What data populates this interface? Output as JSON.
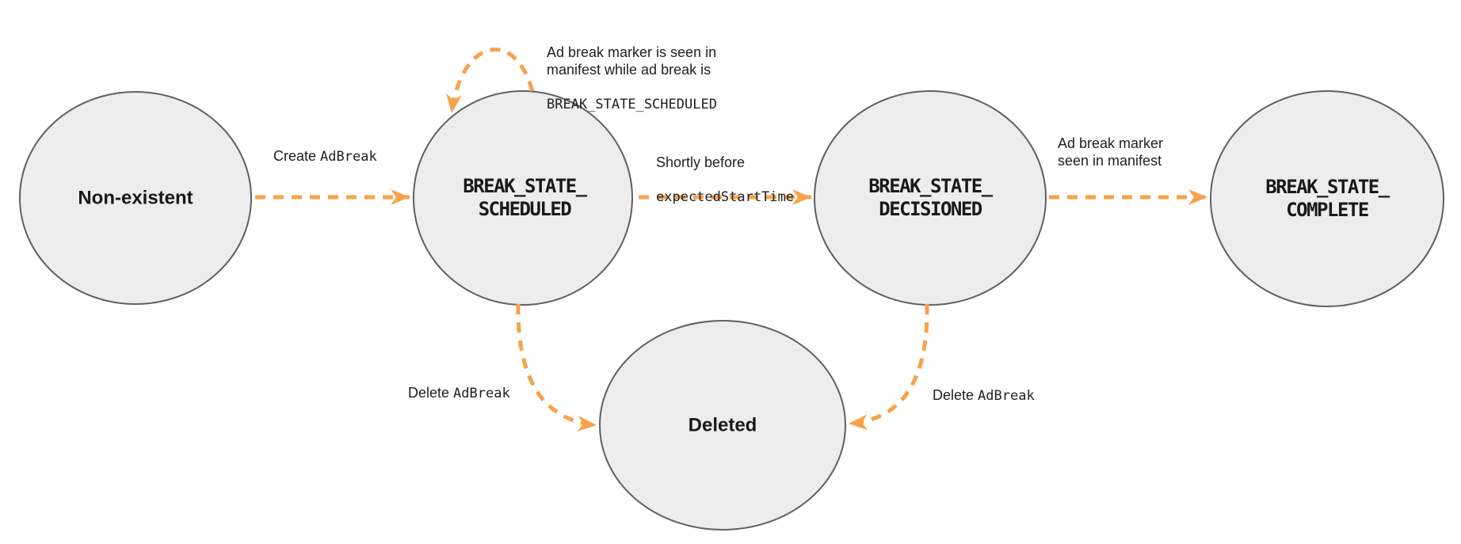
{
  "diagram": {
    "background": "#FFFFFF",
    "colors": {
      "arrow": "#F7A24B",
      "node_fill": "#EDEDED",
      "node_border": "#5E6064",
      "text": "#202124"
    },
    "states": [
      {
        "name": "Non-existent",
        "label": "Non-existent"
      },
      {
        "name": "BREAK_STATE_SCHEDULED",
        "label": "BREAK_STATE_\nSCHEDULED"
      },
      {
        "name": "BREAK_STATE_DECISIONED",
        "label": "BREAK_STATE_\nDECISIONED"
      },
      {
        "name": "BREAK_STATE_COMPLETE",
        "label": "BREAK_STATE_\nCOMPLETE"
      },
      {
        "name": "Deleted",
        "label": "Deleted"
      }
    ],
    "transitions": [
      {
        "from": "Non-existent",
        "to": "BREAK_STATE_SCHEDULED",
        "label_sans": "Create ",
        "label_mono": "AdBreak"
      },
      {
        "from": "BREAK_STATE_SCHEDULED",
        "to": "BREAK_STATE_SCHEDULED",
        "label_sans": "Ad break marker is seen in\nmanifest while ad break is",
        "label_mono": "BREAK_STATE_SCHEDULED"
      },
      {
        "from": "BREAK_STATE_SCHEDULED",
        "to": "BREAK_STATE_DECISIONED",
        "label_sans": "Shortly before",
        "label_mono": "expectedStartTime"
      },
      {
        "from": "BREAK_STATE_DECISIONED",
        "to": "BREAK_STATE_COMPLETE",
        "label_sans": "Ad break marker\nseen in manifest",
        "label_mono": ""
      },
      {
        "from": "BREAK_STATE_SCHEDULED",
        "to": "Deleted",
        "label_sans": "Delete ",
        "label_mono": "AdBreak"
      },
      {
        "from": "BREAK_STATE_DECISIONED",
        "to": "Deleted",
        "label_sans": "Delete ",
        "label_mono": "AdBreak"
      }
    ]
  }
}
